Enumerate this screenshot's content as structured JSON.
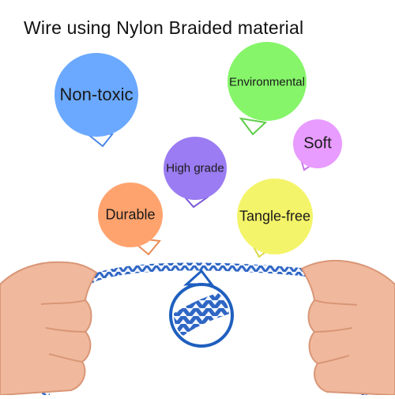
{
  "headline": "Wire using Nylon Braided material",
  "features": [
    {
      "label": "Non-toxic",
      "color": "#6aa9ff",
      "tail_color": "#4b86e6"
    },
    {
      "label": "Environmental",
      "color": "#86f56a",
      "tail_color": "#5fcd4a"
    },
    {
      "label": "Soft",
      "color": "#e89cff",
      "tail_color": "#c776e6"
    },
    {
      "label": "High grade",
      "color": "#9b7cf2",
      "tail_color": "#7a5ad8"
    },
    {
      "label": "Durable",
      "color": "#ffa36e",
      "tail_color": "#e88a55"
    },
    {
      "label": "Tangle-free",
      "color": "#f4f46a",
      "tail_color": "#d9d94a"
    }
  ],
  "cable": {
    "blue": "#2f66c4",
    "white": "#f2f6ff"
  },
  "magnifier": {
    "ring_color": "#1f5fbf"
  },
  "skin": {
    "base": "#f0b99d",
    "shadow": "#d99677"
  }
}
